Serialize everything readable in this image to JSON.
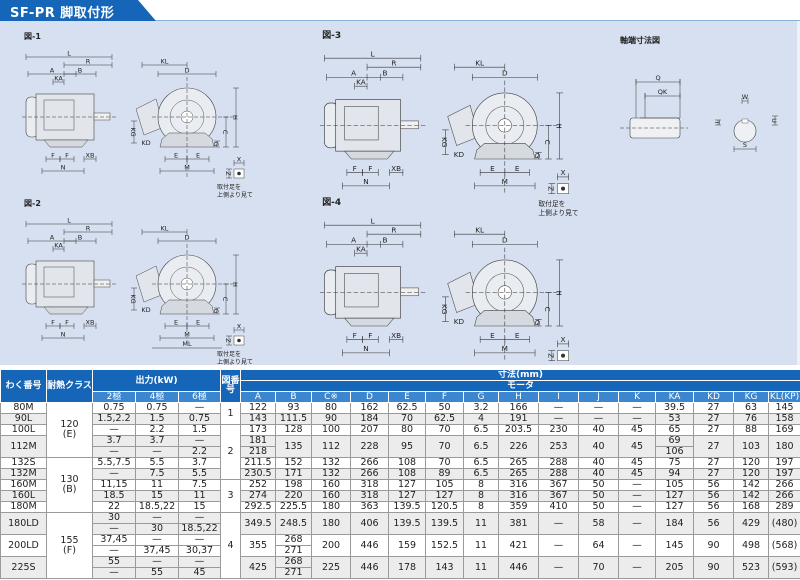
{
  "page_title": "SF-PR 脚取付形",
  "colors": {
    "brand_blue": "#1565b8",
    "panel_bg": "#d7e0f0",
    "header_sub": "#3b86cf"
  },
  "figures": [
    {
      "title": "図-1",
      "extra": []
    },
    {
      "title": "図-2",
      "extra": [
        "ML"
      ]
    },
    {
      "title": "図-3",
      "extra": []
    },
    {
      "title": "図-4",
      "extra": []
    }
  ],
  "dim_labels": {
    "L": "L",
    "R": "R",
    "A": "A",
    "B": "B",
    "KA": "KA",
    "F": "F",
    "N": "N",
    "XB": "XB",
    "KL": "KL",
    "D": "D",
    "H": "H",
    "C": "C",
    "G": "G",
    "KG": "KG",
    "KD": "KD",
    "E": "E",
    "M": "M",
    "X": "X",
    "Z": "Z"
  },
  "foot_note": [
    "取付足を",
    "上側より見て"
  ],
  "shaft_end": {
    "title": "軸端寸法図",
    "labels": {
      "Q": "Q",
      "QK": "QK",
      "W": "W",
      "U": "U",
      "T": "T",
      "S": "S"
    }
  },
  "table": {
    "header": {
      "frame": "わく番号",
      "insulation": "耐熱クラス",
      "output": "出力(kW)",
      "poles": [
        "2極",
        "4極",
        "6極"
      ],
      "figure_no": "図番号",
      "dimensions": "寸法(mm)",
      "motor": "モータ",
      "dim_cols": [
        "A",
        "B",
        "C※",
        "D",
        "E",
        "F",
        "G",
        "H",
        "I",
        "J",
        "K",
        "KA",
        "KD",
        "KG",
        "KL(KP)"
      ]
    },
    "class_groups": [
      {
        "value": "120",
        "grade": "(E)",
        "frames": 4
      },
      {
        "value": "130",
        "grade": "(B)",
        "frames": 5
      },
      {
        "value": "155",
        "grade": "(F)",
        "frames": 3
      }
    ],
    "fig_groups": [
      {
        "value": "1",
        "frames": 2
      },
      {
        "value": "2",
        "frames": 4
      },
      {
        "value": "3",
        "frames": 3
      },
      {
        "value": "4",
        "frames": 3
      }
    ],
    "rows": [
      {
        "frame": "80M",
        "outputs": [
          [
            "0.75",
            "0.75",
            "—"
          ]
        ],
        "dims": [
          "122",
          "93",
          "80",
          "162",
          "62.5",
          "50",
          "3.2",
          "166",
          "—",
          "—",
          "—",
          "39.5",
          "27",
          "63",
          "145"
        ]
      },
      {
        "frame": "90L",
        "outputs": [
          [
            "1.5,2.2",
            "1.5",
            "0.75"
          ]
        ],
        "dims": [
          "143",
          "111.5",
          "90",
          "184",
          "70",
          "62.5",
          "4",
          "191",
          "—",
          "—",
          "—",
          "53",
          "27",
          "76",
          "158"
        ]
      },
      {
        "frame": "100L",
        "outputs": [
          [
            "—",
            "2.2",
            "1.5"
          ]
        ],
        "dims": [
          "173",
          "128",
          "100",
          "207",
          "80",
          "70",
          "6.5",
          "203.5",
          "230",
          "40",
          "45",
          "65",
          "27",
          "88",
          "169"
        ]
      },
      {
        "frame": "112M",
        "outputs": [
          [
            "3.7",
            "3.7",
            "—"
          ],
          [
            "—",
            "—",
            "2.2"
          ]
        ],
        "dims": [
          [
            "181",
            "218"
          ],
          "135",
          "112",
          "228",
          "95",
          "70",
          "6.5",
          "226",
          "253",
          "40",
          "45",
          [
            "69",
            "106"
          ],
          "27",
          "103",
          "180"
        ]
      },
      {
        "frame": "132S",
        "outputs": [
          [
            "5.5,7.5",
            "5.5",
            "3.7"
          ]
        ],
        "dims": [
          "211.5",
          "152",
          "132",
          "266",
          "108",
          "70",
          "6.5",
          "265",
          "288",
          "40",
          "45",
          "75",
          "27",
          "120",
          "197"
        ]
      },
      {
        "frame": "132M",
        "outputs": [
          [
            "—",
            "7.5",
            "5.5"
          ]
        ],
        "dims": [
          "230.5",
          "171",
          "132",
          "266",
          "108",
          "89",
          "6.5",
          "265",
          "288",
          "40",
          "45",
          "94",
          "27",
          "120",
          "197"
        ]
      },
      {
        "frame": "160M",
        "outputs": [
          [
            "11,15",
            "11",
            "7.5"
          ]
        ],
        "dims": [
          "252",
          "198",
          "160",
          "318",
          "127",
          "105",
          "8",
          "316",
          "367",
          "50",
          "—",
          "105",
          "56",
          "142",
          "266"
        ]
      },
      {
        "frame": "160L",
        "outputs": [
          [
            "18.5",
            "15",
            "11"
          ]
        ],
        "dims": [
          "274",
          "220",
          "160",
          "318",
          "127",
          "127",
          "8",
          "316",
          "367",
          "50",
          "—",
          "127",
          "56",
          "142",
          "266"
        ]
      },
      {
        "frame": "180M",
        "outputs": [
          [
            "22",
            "18.5,22",
            "15"
          ]
        ],
        "dims": [
          "292.5",
          "225.5",
          "180",
          "363",
          "139.5",
          "120.5",
          "8",
          "359",
          "410",
          "50",
          "—",
          "127",
          "56",
          "168",
          "289"
        ]
      },
      {
        "frame": "180LD",
        "outputs": [
          [
            "30",
            "—",
            "—"
          ],
          [
            "—",
            "30",
            "18.5,22"
          ]
        ],
        "dims": [
          "349.5",
          "248.5",
          "180",
          "406",
          "139.5",
          "139.5",
          "11",
          "381",
          "—",
          "58",
          "—",
          "184",
          "56",
          "429",
          "(480)"
        ]
      },
      {
        "frame": "200LD",
        "outputs": [
          [
            "37,45",
            "—",
            "—"
          ],
          [
            "—",
            "37,45",
            "30,37"
          ]
        ],
        "dims": [
          "355",
          [
            "268",
            "271"
          ],
          "200",
          "446",
          "159",
          "152.5",
          "11",
          "421",
          "—",
          "64",
          "—",
          "145",
          "90",
          "498",
          "(568)"
        ]
      },
      {
        "frame": "225S",
        "outputs": [
          [
            "55",
            "—",
            "—"
          ],
          [
            "—",
            "55",
            "45"
          ]
        ],
        "dims": [
          "425",
          [
            "268",
            "271"
          ],
          "225",
          "446",
          "178",
          "143",
          "11",
          "446",
          "—",
          "70",
          "—",
          "205",
          "90",
          "523",
          "(593)"
        ]
      }
    ]
  }
}
